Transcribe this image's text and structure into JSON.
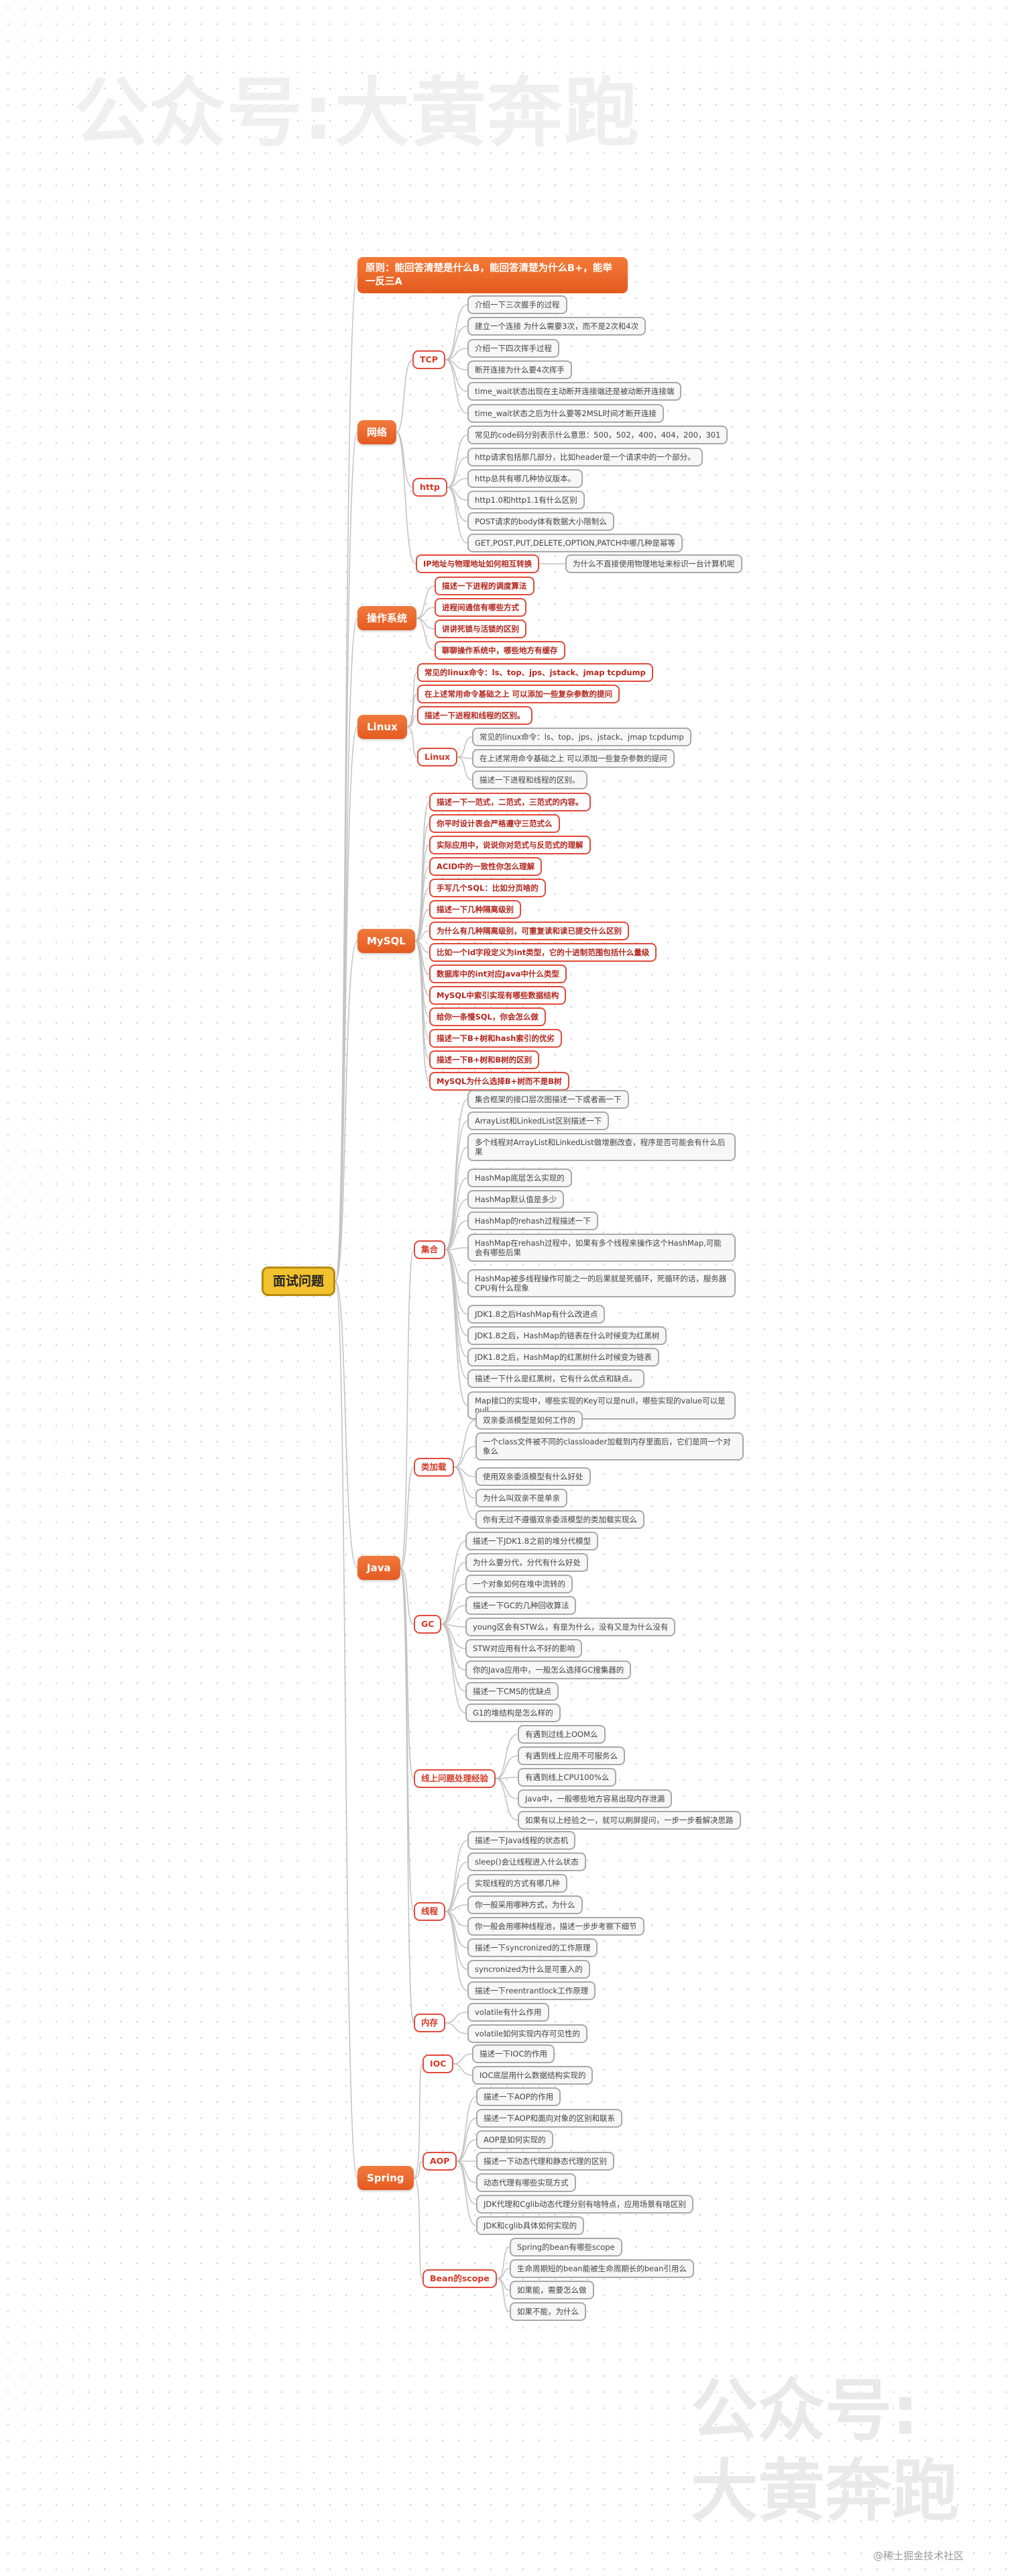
{
  "watermark_top": "公众号:大黄奔跑",
  "watermark_bottom_line1": "公众号:",
  "watermark_bottom_line2": "大黄奔跑",
  "credit": "@稀土掘金技术社区",
  "root": "面试问题",
  "principle": "原则：能回答清楚是什么B，能回答清楚为什么B+，能举一反三A",
  "network": {
    "label": "网络",
    "tcp": {
      "label": "TCP",
      "items": [
        "介绍一下三次握手的过程",
        "建立一个连接 为什么需要3次，而不是2次和4次",
        "介绍一下四次挥手过程",
        "断开连接为什么要4次挥手",
        "time_wait状态出现在主动断开连接端还是被动断开连接端",
        "time_wait状态之后为什么要等2MSL时间才断开连接"
      ]
    },
    "http": {
      "label": "http",
      "items": [
        "常见的code码分别表示什么意思：500，502，400，404，200，301",
        "http请求包括那几部分，比如header是一个请求中的一个部分。",
        "http总共有哪几种协议版本。",
        "http1.0和http1.1有什么区别",
        "POST请求的body体有数据大小限制么",
        "GET,POST,PUT,DELETE,OPTION,PATCH中哪几种是幂等"
      ]
    },
    "ipmac": "IP地址与物理地址如何相互转换",
    "ipmac_note": "为什么不直接使用物理地址来标识一台计算机呢"
  },
  "os": {
    "label": "操作系统",
    "items": [
      "描述一下进程的调度算法",
      "进程间通信有哪些方式",
      "讲讲死锁与活锁的区别",
      "聊聊操作系统中，哪些地方有缓存"
    ]
  },
  "linux": {
    "label": "Linux",
    "items": [
      "常见的linux命令：ls、top、jps、jstack、jmap tcpdump",
      "在上述常用命令基础之上 可以添加一些复杂参数的提问",
      "描述一下进程和线程的区别。"
    ],
    "sub": {
      "label": "Linux",
      "items": [
        "常见的linux命令：ls、top、jps、jstack、jmap tcpdump",
        "在上述常用命令基础之上 可以添加一些复杂参数的提问",
        "描述一下进程和线程的区别。"
      ]
    }
  },
  "mysql": {
    "label": "MySQL",
    "items": [
      "描述一下一范式，二范式，三范式的内容。",
      "你平时设计表会严格遵守三范式么",
      "实际应用中，说说你对范式与反范式的理解",
      "ACID中的一致性你怎么理解",
      "手写几个SQL：比如分页啥的",
      "描述一下几种隔离级别",
      "为什么有几种隔离级别，可重复读和读已提交什么区别",
      "比如一个id字段定义为int类型，它的十进制范围包括什么量级",
      "数据库中的int对应Java中什么类型",
      "MySQL中索引实现有哪些数据结构",
      "给你一条慢SQL，你会怎么做",
      "描述一下B+树和hash索引的优劣",
      "描述一下B+树和B树的区别",
      "MySQL为什么选择B+树而不是B树"
    ]
  },
  "java": {
    "label": "Java",
    "collections": {
      "label": "集合",
      "items": [
        "集合框架的接口层次图描述一下或者画一下",
        "ArrayList和LinkedList区别描述一下",
        "多个线程对ArrayList和LinkedList做增删改查，程序是否可能会有什么后果",
        "HashMap底层怎么实现的",
        "HashMap默认值是多少",
        "HashMap的rehash过程描述一下",
        "HashMap在rehash过程中，如果有多个线程来操作这个HashMap,可能会有哪些后果",
        "HashMap被多线程操作可能之一的后果就是死循环，死循环的话，服务器CPU有什么现象",
        "JDK1.8之后HashMap有什么改进点",
        "JDK1.8之后，HashMap的链表在什么时候变为红黑树",
        "JDK1.8之后，HashMap的红黑树什么时候变为链表",
        "描述一下什么是红黑树，它有什么优点和缺点。",
        "Map接口的实现中，哪些实现的Key可以是null，哪些实现的value可以是null"
      ]
    },
    "classloader": {
      "label": "类加载",
      "items": [
        "双亲委派模型是如何工作的",
        "一个class文件被不同的classloader加载到内存里面后，它们是同一个对象么",
        "使用双亲委派模型有什么好处",
        "为什么叫双亲不是单亲",
        "你有无过不遵循双亲委派模型的类加载实现么"
      ]
    },
    "gc": {
      "label": "GC",
      "items": [
        "描述一下JDK1.8之前的堆分代模型",
        "为什么要分代，分代有什么好处",
        "一个对象如何在堆中流转的",
        "描述一下GC的几种回收算法",
        "young区会有STW么，有是为什么，没有又是为什么没有",
        "STW对应用有什么不好的影响",
        "你的Java应用中，一般怎么选择GC搜集器的",
        "描述一下CMS的优缺点",
        "G1的堆结构是怎么样的"
      ]
    },
    "online": {
      "label": "线上问题处理经验",
      "items": [
        "有遇到过线上OOM么",
        "有遇到线上应用不可服务么",
        "有遇到线上CPU100%么",
        "Java中，一般哪些地方容易出现内存泄漏",
        "如果有以上经验之一，就可以刷屏提问，一步一步看解决思路"
      ]
    },
    "thread": {
      "label": "线程",
      "items": [
        "描述一下Java线程的状态机",
        "sleep()会让线程进入什么状态",
        "实现线程的方式有哪几种",
        "你一般采用哪种方式，为什么",
        "你一般会用哪种线程池，描述一步步考察下细节",
        "描述一下syncronized的工作原理",
        "syncronized为什么是可重入的",
        "描述一下reentrantlock工作原理"
      ]
    },
    "memory": {
      "label": "内存",
      "items": [
        "volatile有什么作用",
        "volatile如何实现内存可见性的"
      ]
    }
  },
  "spring": {
    "label": "Spring",
    "ioc": {
      "label": "IOC",
      "items": [
        "描述一下IOC的作用",
        "IOC底层用什么数据结构实现的"
      ]
    },
    "aop": {
      "label": "AOP",
      "items": [
        "描述一下AOP的作用",
        "描述一下AOP和面向对象的区别和联系",
        "AOP是如何实现的",
        "描述一下动态代理和静态代理的区别",
        "动态代理有哪些实现方式",
        "JDK代理和Cglib动态代理分别有啥特点，应用场景有啥区别",
        "JDK和cglib具体如何实现的"
      ]
    },
    "bean": {
      "label": "Bean的scope",
      "items": [
        "Spring的bean有哪些scope",
        "生命周期短的bean能被生命周期长的bean引用么",
        "如果能，需要怎么做",
        "如果不能，为什么"
      ]
    }
  },
  "colors": {
    "branch": "#e55b22",
    "highlight": "#e24a3a",
    "root": "#f2c12e",
    "line": "#bdbdbd"
  }
}
